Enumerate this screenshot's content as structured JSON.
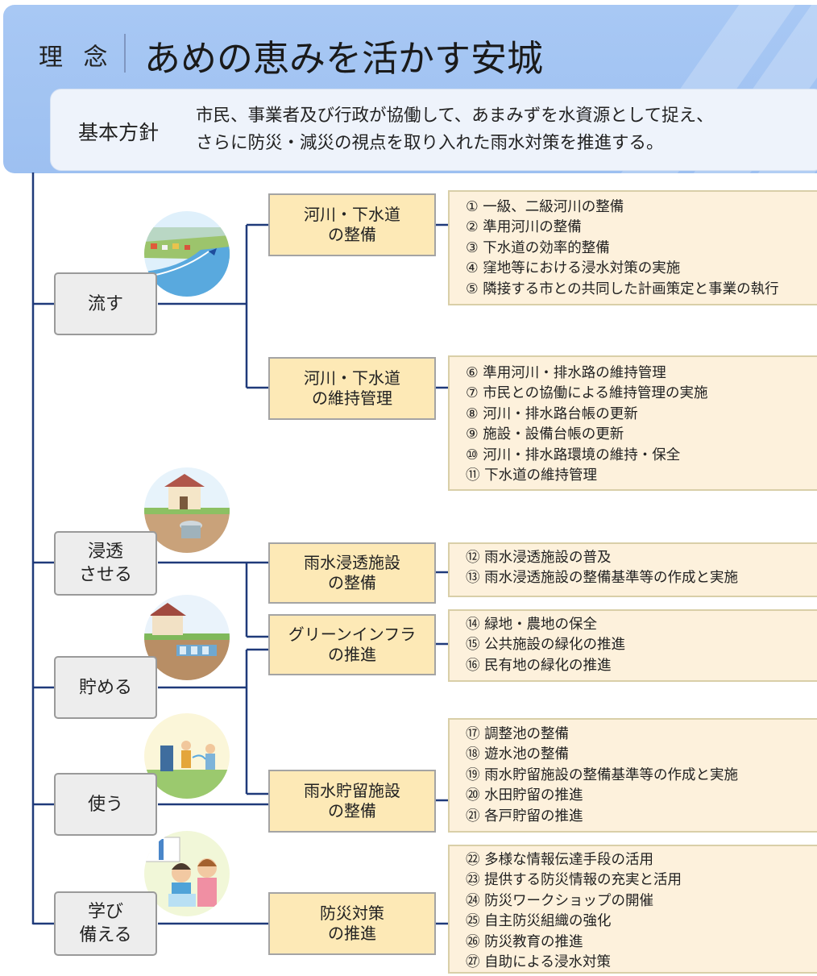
{
  "header": {
    "rinen_label": "理 念",
    "title": "あめの恵みを活かす安城",
    "policy_label": "基本方針",
    "policy_lines": [
      "市民、事業者及び行政が協働して、あまみずを水資源として捉え、",
      "さらに防災・減災の視点を取り入れた雨水対策を推進する。"
    ]
  },
  "categories": [
    {
      "lines": [
        "流す"
      ]
    },
    {
      "lines": [
        "浸透",
        "させる"
      ]
    },
    {
      "lines": [
        "貯める"
      ]
    },
    {
      "lines": [
        "使う"
      ]
    },
    {
      "lines": [
        "学び",
        "備える"
      ]
    }
  ],
  "measures": [
    {
      "lines": [
        "河川・下水道",
        "の整備"
      ]
    },
    {
      "lines": [
        "河川・下水道",
        "の維持管理"
      ]
    },
    {
      "lines": [
        "雨水浸透施設",
        "の整備"
      ]
    },
    {
      "lines": [
        "グリーンインフラ",
        "の推進"
      ]
    },
    {
      "lines": [
        "雨水貯留施設",
        "の整備"
      ]
    },
    {
      "lines": [
        "防災対策",
        "の推進"
      ]
    }
  ],
  "details": [
    [
      "① 一級、二級河川の整備",
      "② 準用河川の整備",
      "③ 下水道の効率的整備",
      "④ 窪地等における浸水対策の実施",
      "⑤ 隣接する市との共同した計画策定と事業の執行"
    ],
    [
      "⑥ 準用河川・排水路の維持管理",
      "⑦ 市民との協働による維持管理の実施",
      "⑧ 河川・排水路台帳の更新",
      "⑨ 施設・設備台帳の更新",
      "⑩ 河川・排水路環境の維持・保全",
      "⑪ 下水道の維持管理"
    ],
    [
      "⑫ 雨水浸透施設の普及",
      "⑬ 雨水浸透施設の整備基準等の作成と実施"
    ],
    [
      "⑭ 緑地・農地の保全",
      "⑮ 公共施設の緑化の推進",
      "⑯ 民有地の緑化の推進"
    ],
    [
      "⑰ 調整池の整備",
      "⑱ 遊水池の整備",
      "⑲ 雨水貯留施設の整備基準等の作成と実施",
      "⑳ 水田貯留の推進",
      "㉑ 各戸貯留の推進"
    ],
    [
      "㉒ 多様な情報伝達手段の活用",
      "㉓ 提供する防災情報の充実と活用",
      "㉔ 防災ワークショップの開催",
      "㉕ 自主防災組織の強化",
      "㉖ 防災教育の推進",
      "㉗ 自助による浸水対策"
    ]
  ]
}
